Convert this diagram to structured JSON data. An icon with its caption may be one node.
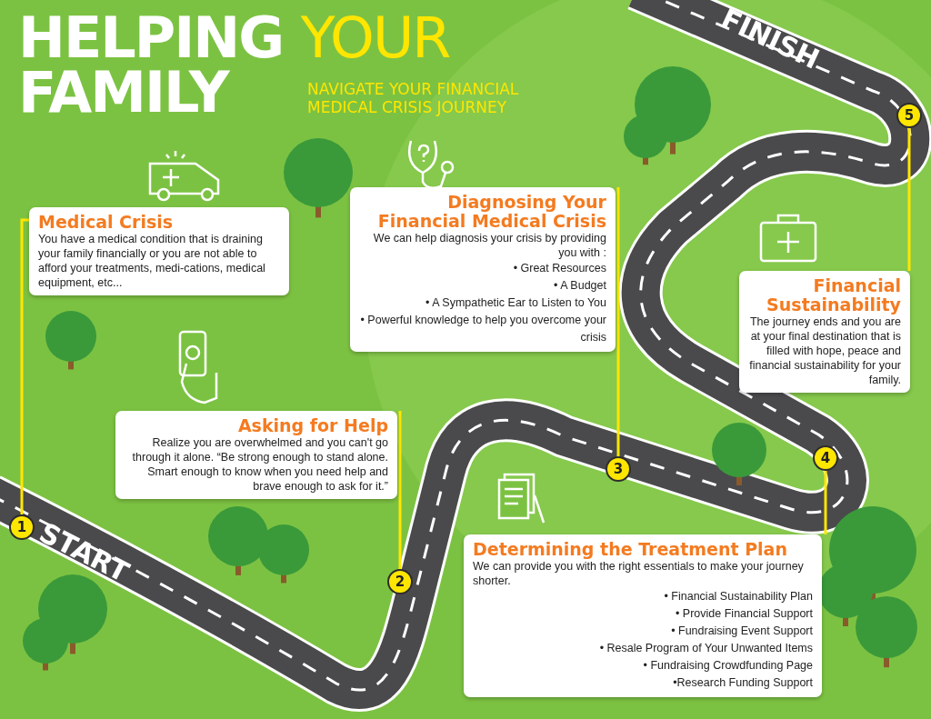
{
  "diagram": {
    "title": "HELPING YOUR FAMILY",
    "nodes": [
      {
        "text": [
          "Medical Crisis",
          "You have a medical condition that is draining your family financially or you are not able to afford your treatments, medi-cations, medical equipment, etc..."
        ]
      },
      {
        "text": [
          "1"
        ]
      },
      {
        "text": [
          "Asking for Help",
          "Realize you are overwhelmed and you can't go through it alone. “Be strong enough to stand alone. Smart enough to know when you need help and brave enough to ask for it.”"
        ]
      },
      {
        "text": [
          "2"
        ]
      },
      {
        "text": [
          "Diagnosing Your Financial Medical Crisis",
          "We can help diagnosis your crisis by providing you with :",
          "• Great Resources",
          "• A Budget",
          "• A Sympathetic Ear to Listen to You",
          "• Powerful knowledge to help you overcome your crisis"
        ]
      },
      {
        "text": [
          "3"
        ]
      },
      {
        "text": [
          "Determining the Treatment Plan",
          "We can provide you with the right essentials to make your journey shorter.",
          "• Financial Sustainability Plan",
          "• Provide Financial Support",
          "• Fundraising Event Support",
          "• Resale Program of Your Unwanted Items",
          "• Fundraising Crowdfunding Page",
          "•Research Funding Support"
        ]
      },
      {
        "text": [
          "4"
        ]
      },
      {
        "text": [
          "Financial Sustainability",
          "The journey ends and you are at your final destination that is filled with hope, peace and financial sustainability for your family."
        ]
      },
      {
        "text": [
          "5"
        ]
      }
    ],
    "edges": [
      {
        "from": 0,
        "to": 1,
        "arrow": "none"
      },
      {
        "from": 2,
        "to": 3,
        "arrow": "none"
      },
      {
        "from": 4,
        "to": 5,
        "arrow": "none"
      },
      {
        "from": 6,
        "to": 7,
        "arrow": "none"
      },
      {
        "from": 8,
        "to": 9,
        "arrow": "none"
      }
    ],
    "labels": [
      "NAVIGATE YOUR FINANCIAL MEDICAL CRISIS JOURNEY",
      "START",
      "FINISH"
    ]
  }
}
